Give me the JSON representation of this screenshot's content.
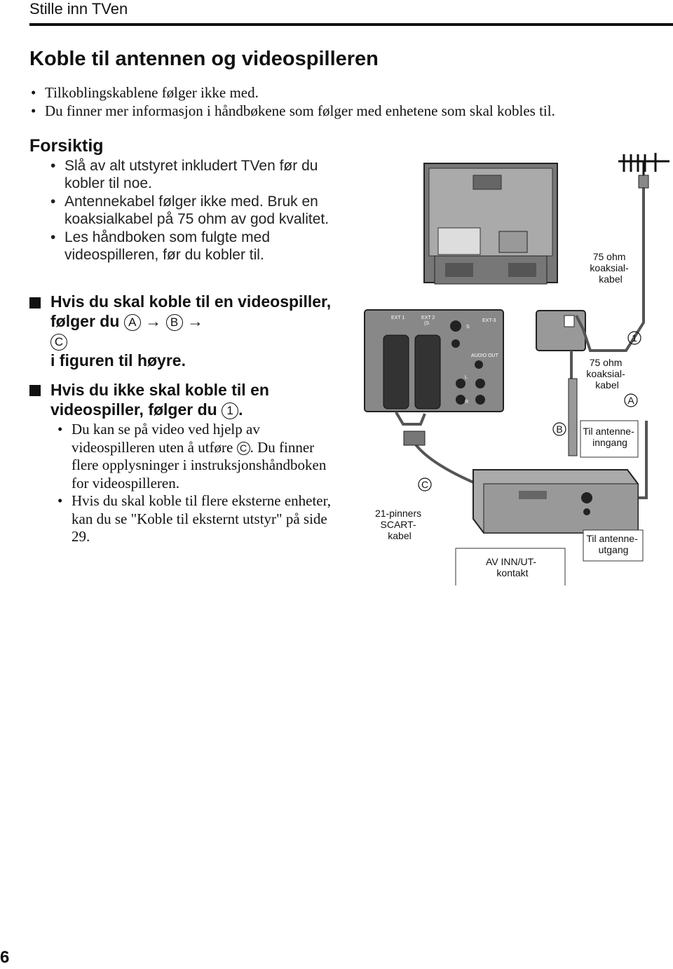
{
  "header": {
    "section": "Stille inn TVen"
  },
  "title": "Koble til antennen og videospilleren",
  "intro": [
    "Tilkoblingskablene følger ikke med.",
    "Du finner mer informasjon i håndbøkene som følger med enhetene som skal kobles til."
  ],
  "caution": {
    "heading": "Forsiktig",
    "items": [
      "Slå av alt utstyret inkludert TVen før du kobler til noe.",
      "Antennekabel følger ikke med. Bruk en koaksialkabel på 75 ohm av god kvalitet.",
      "Les håndboken som fulgte med videospilleren, før du kobler til."
    ]
  },
  "instructions": {
    "vcr_prefix": "Hvis du skal koble til en videospiller, følger du",
    "vcr_A": "A",
    "vcr_arrow1": "→",
    "vcr_B": "B",
    "vcr_arrow2": "→",
    "vcr_C": "C",
    "vcr_suffix": "i figuren til høyre.",
    "novcr_prefix": "Hvis du ikke skal koble til en videospiller, følger du",
    "novcr_1": "1",
    "novcr_suffix": "."
  },
  "notes": {
    "n1_a": "Du kan se på video ved hjelp av videospilleren uten å utføre",
    "n1_c": "C",
    "n1_b": ". Du finner flere opplysninger i instruksjonshåndboken for videospilleren.",
    "n2": "Hvis du skal koble til flere eksterne enheter, kan du se \"Koble til eksternt utstyr\" på side 29."
  },
  "diagram": {
    "cable_75_top": [
      "75 ohm",
      "koaksial-",
      "kabel"
    ],
    "cable_75_mid": [
      "75 ohm",
      "koaksial-",
      "kabel"
    ],
    "antenna_in": [
      "Til antenne-",
      "inngang"
    ],
    "antenna_out": [
      "Til antenne-",
      "utgang"
    ],
    "scart": [
      "21-pinners",
      "SCART-",
      "kabel"
    ],
    "av_box": [
      "AV INN/UT-",
      "kontakt"
    ],
    "mark_1": "1",
    "mark_A": "A",
    "mark_B": "B",
    "mark_C": "C",
    "ext1": "EXT 1",
    "ext2": "EXT 2",
    "ext2_sub": "(S",
    "ext3": "EXT-3",
    "audio_out": "AUDIO OUT",
    "s_label": "S",
    "l_label": "L",
    "r_label": "R"
  },
  "page_number": "6"
}
